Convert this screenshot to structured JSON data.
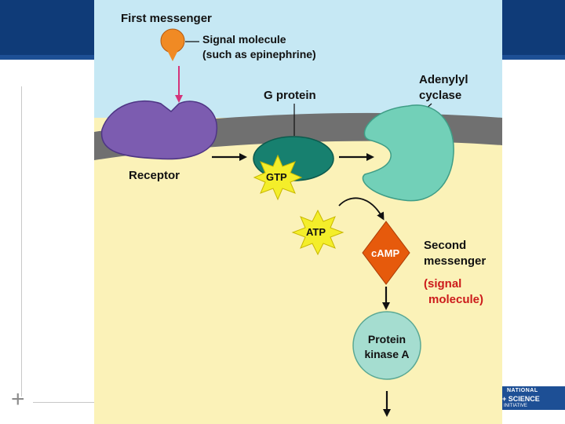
{
  "first_messenger": "First messenger",
  "signal_molecule": [
    "Signal molecule",
    "(such as epinephrine)"
  ],
  "g_protein": "G protein",
  "adenylyl_cyclase": [
    "Adenylyl",
    "cyclase"
  ],
  "receptor": "Receptor",
  "gtp": "GTP",
  "atp": "ATP",
  "camp": "cAMP",
  "second_messenger": [
    "Second",
    "messenger"
  ],
  "signal_molecule_note": [
    "(signal",
    "molecule)"
  ],
  "protein_kinase_a": [
    "Protein",
    "kinase A"
  ],
  "logo": [
    "NATIONAL",
    "+ SCIENCE",
    "INITIATIVE"
  ],
  "colors": {
    "outside": "#c6e8f4",
    "cytoplasm": "#fbf2b8",
    "membrane": "#707070",
    "receptor": "#7c5cb0",
    "g_protein": "#17806f",
    "adenylyl_cyclase": "#72d0b8",
    "camp": "#e65a0c",
    "protein_kinase_a": "#a5ddd0",
    "signal_molecule": "#f08a24",
    "starburst": "#f4ee2a",
    "header": "#0f3b78",
    "arrow_pink": "#d4337a"
  }
}
